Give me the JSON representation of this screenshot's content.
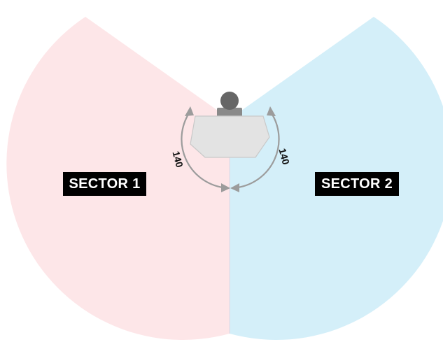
{
  "sectors": [
    {
      "label": "SECTOR 1",
      "angle_label": "140",
      "color": "#fde6e8"
    },
    {
      "label": "SECTOR 2",
      "angle_label": "140",
      "color": "#d4eff9"
    }
  ],
  "colors": {
    "arc": "#9c9c9c",
    "desk": "#e3e3e3",
    "desk_outline": "#c9c9c9",
    "person": "#666666",
    "label_background": "#000000",
    "label_text": "#ffffff"
  }
}
